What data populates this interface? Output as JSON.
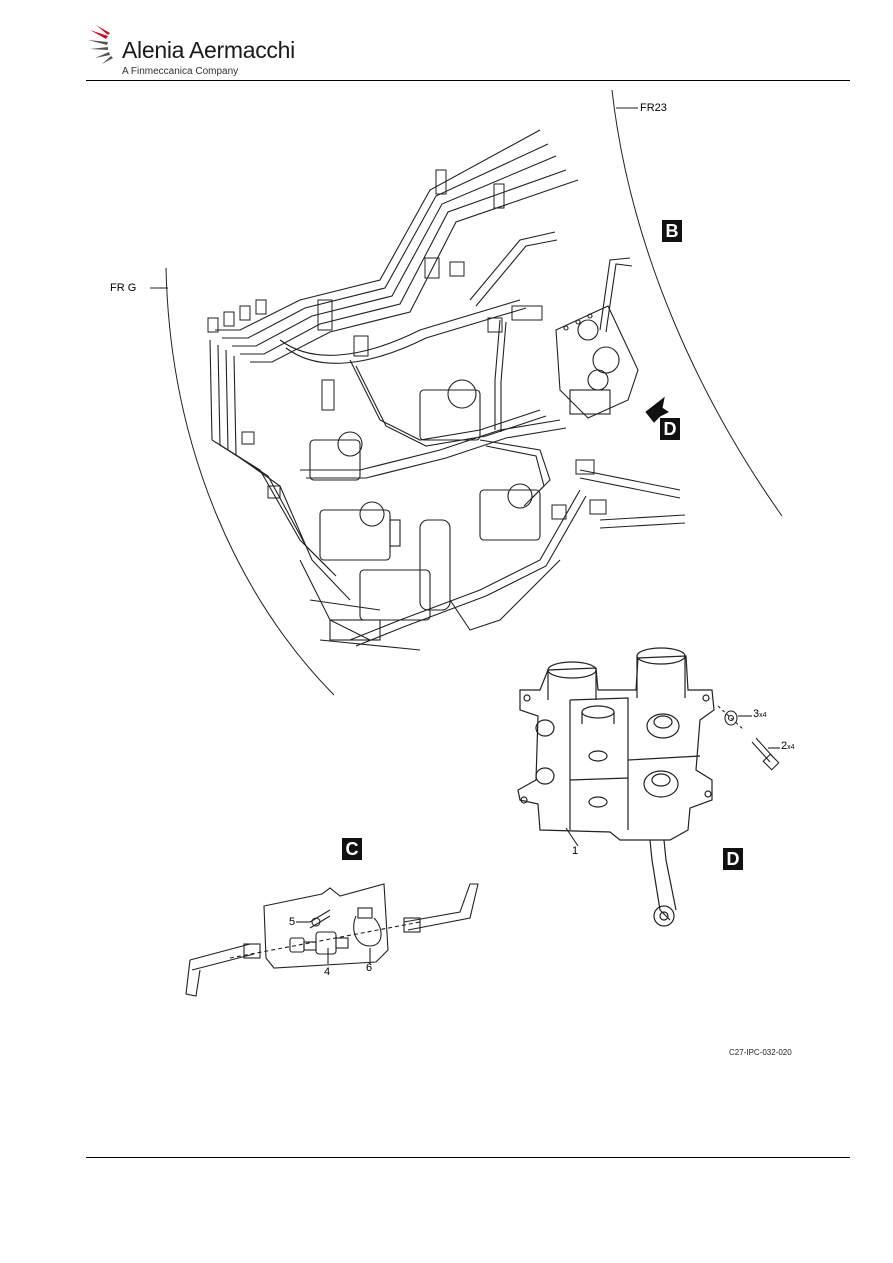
{
  "header": {
    "brand": "Alenia Aermacchi",
    "brand_sub": "A Finmeccanica Company"
  },
  "frames": {
    "fr23": "FR23",
    "frg": "FR G"
  },
  "views": {
    "b": "B",
    "d_main": "D",
    "c": "C",
    "d_detail": "D"
  },
  "items": {
    "i1": "1",
    "i2": "2",
    "i2_qty": "x4",
    "i3": "3",
    "i3_qty": "x4",
    "i4": "4",
    "i5": "5",
    "i6": "6"
  },
  "figure_ref": "C27-IPC-032-020"
}
